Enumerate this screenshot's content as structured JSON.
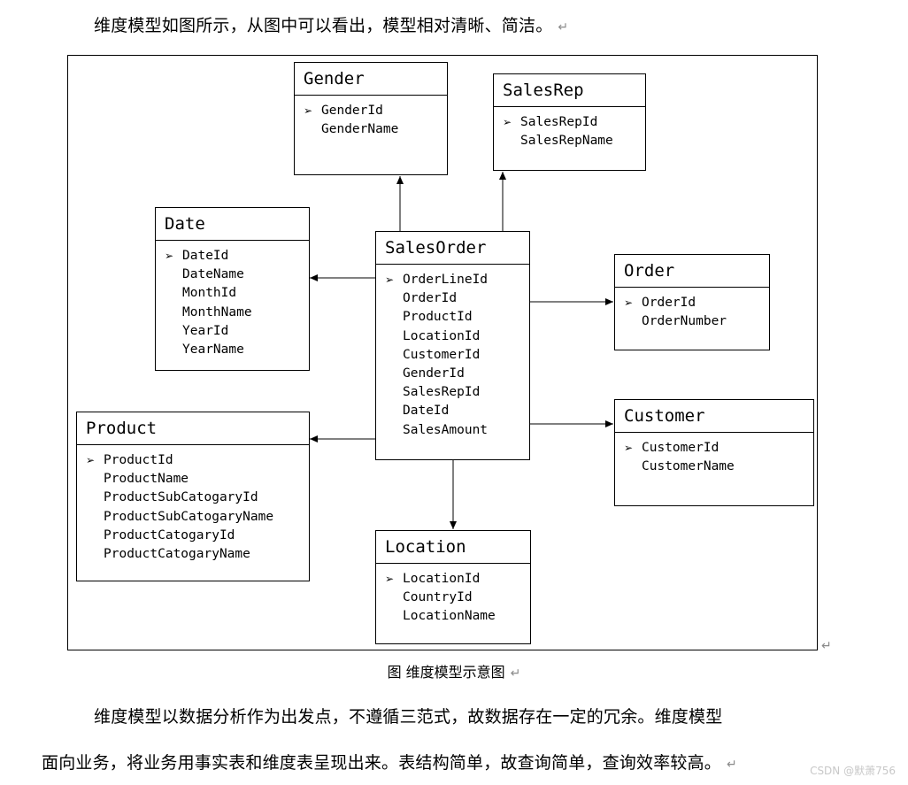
{
  "text": {
    "intro": "维度模型如图所示，从图中可以看出，模型相对清晰、简洁。",
    "caption": "图  维度模型示意图",
    "body_line1": "维度模型以数据分析作为出发点，不遵循三范式，故数据存在一定的冗余。维度模型",
    "body_line2": "面向业务，将业务用事实表和维度表呈现出来。表结构简单，故查询简单，查询效率较高。",
    "return_mark": "↵",
    "key_marker": "➢",
    "watermark": "CSDN @默萧756"
  },
  "entities": {
    "gender": {
      "title": "Gender",
      "fields": [
        "GenderId",
        "GenderName"
      ]
    },
    "salesrep": {
      "title": "SalesRep",
      "fields": [
        "SalesRepId",
        "SalesRepName"
      ]
    },
    "date": {
      "title": "Date",
      "fields": [
        "DateId",
        "DateName",
        "MonthId",
        "MonthName",
        "YearId",
        "YearName"
      ]
    },
    "salesorder": {
      "title": "SalesOrder",
      "fields": [
        "OrderLineId",
        "OrderId",
        "ProductId",
        "LocationId",
        "CustomerId",
        "GenderId",
        "SalesRepId",
        "DateId",
        "SalesAmount"
      ]
    },
    "order": {
      "title": "Order",
      "fields": [
        "OrderId",
        "OrderNumber"
      ]
    },
    "customer": {
      "title": "Customer",
      "fields": [
        "CustomerId",
        "CustomerName"
      ]
    },
    "product": {
      "title": "Product",
      "fields": [
        "ProductId",
        "ProductName",
        "ProductSubCatogaryId",
        "ProductSubCatogaryName",
        "ProductCatogaryId",
        "ProductCatogaryName"
      ]
    },
    "location": {
      "title": "Location",
      "fields": [
        "LocationId",
        "CountryId",
        "LocationName"
      ]
    }
  },
  "relationships": [
    {
      "from": "SalesOrder",
      "to": "Gender"
    },
    {
      "from": "SalesOrder",
      "to": "SalesRep"
    },
    {
      "from": "SalesOrder",
      "to": "Date"
    },
    {
      "from": "SalesOrder",
      "to": "Order"
    },
    {
      "from": "SalesOrder",
      "to": "Product"
    },
    {
      "from": "SalesOrder",
      "to": "Customer"
    },
    {
      "from": "SalesOrder",
      "to": "Location"
    }
  ],
  "colors": {
    "line": "#000000",
    "return_mark": "#8a8a8a"
  }
}
